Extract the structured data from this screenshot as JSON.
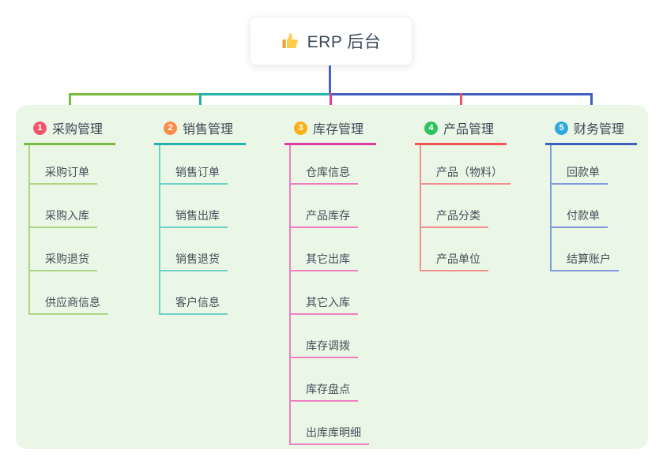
{
  "root": {
    "label": "ERP 后台",
    "icon": "thumbs-up-icon"
  },
  "colors": {
    "trunk": "#4763c5",
    "panel_bg": "#ebf7e6",
    "card_bg": "#ffffff",
    "root_text": "#3c4858",
    "topic_text": "#3d4757",
    "child_text": "#434e5a"
  },
  "branches": [
    {
      "num": "1",
      "label": "采购管理",
      "line_color": "#7aba3f",
      "child_line_color": "#afd584",
      "badge_color": "#f2566c",
      "children": [
        "采购订单",
        "采购入库",
        "采购退货",
        "供应商信息"
      ]
    },
    {
      "num": "2",
      "label": "销售管理",
      "line_color": "#23b3a9",
      "child_line_color": "#6fd2c8",
      "badge_color": "#fb8c49",
      "children": [
        "销售订单",
        "销售出库",
        "销售退货",
        "客户信息"
      ]
    },
    {
      "num": "3",
      "label": "库存管理",
      "line_color": "#e03b9d",
      "child_line_color": "#f07ec0",
      "badge_color": "#fbb017",
      "children": [
        "仓库信息",
        "产品库存",
        "其它出库",
        "其它入库",
        "库存调拨",
        "库存盘点",
        "出库库明细"
      ]
    },
    {
      "num": "4",
      "label": "产品管理",
      "line_color": "#f05455",
      "child_line_color": "#f58e8f",
      "badge_color": "#2ec25e",
      "children": [
        "产品（物料）",
        "产品分类",
        "产品单位"
      ]
    },
    {
      "num": "5",
      "label": "财务管理",
      "line_color": "#3d5fc0",
      "child_line_color": "#8299db",
      "badge_color": "#2fa8dc",
      "children": [
        "回款单",
        "付款单",
        "结算账户"
      ]
    }
  ]
}
